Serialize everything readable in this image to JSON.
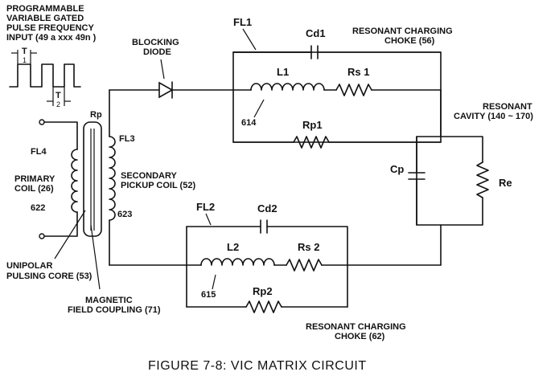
{
  "input": {
    "line1": "PROGRAMMABLE",
    "line2": "VARIABLE GATED",
    "line3": "PULSE FREQUENCY",
    "line4": "INPUT (49 a xxx 49n )",
    "t1_top": "T",
    "t1_sub": "1",
    "t2_top": "T",
    "t2_sub": "2"
  },
  "labels": {
    "fl1": "FL1",
    "fl2": "FL2",
    "fl3": "FL3",
    "fl4": "FL4",
    "cd1": "Cd1",
    "cd2": "Cd2",
    "l1": "L1",
    "l2": "L2",
    "rs1": "Rs 1",
    "rs2": "Rs 2",
    "rp_top": "Rp",
    "rp1": "Rp1",
    "rp2": "Rp2",
    "n614": "614",
    "n615": "615",
    "n622": "622",
    "n623": "623",
    "cp": "Cp",
    "re": "Re",
    "blocking_1": "BLOCKING",
    "blocking_2": "DIODE",
    "res_choke_top_1": "RESONANT CHARGING",
    "res_choke_top_2": "CHOKE (56)",
    "res_cavity_1": "RESONANT",
    "res_cavity_2": "CAVITY (140 ~ 170)",
    "primary_1": "PRIMARY",
    "primary_2": "COIL (26)",
    "secondary_1": "SECONDARY",
    "secondary_2": "PICKUP COIL (52)",
    "unipolar_1": "UNIPOLAR",
    "unipolar_2": "PULSING CORE (53)",
    "magnetic_1": "MAGNETIC",
    "magnetic_2": "FIELD COUPLING (71)",
    "res_choke_bot_1": "RESONANT CHARGING",
    "res_choke_bot_2": "CHOKE (62)"
  },
  "caption": "FIGURE 7-8: VIC MATRIX CIRCUIT"
}
